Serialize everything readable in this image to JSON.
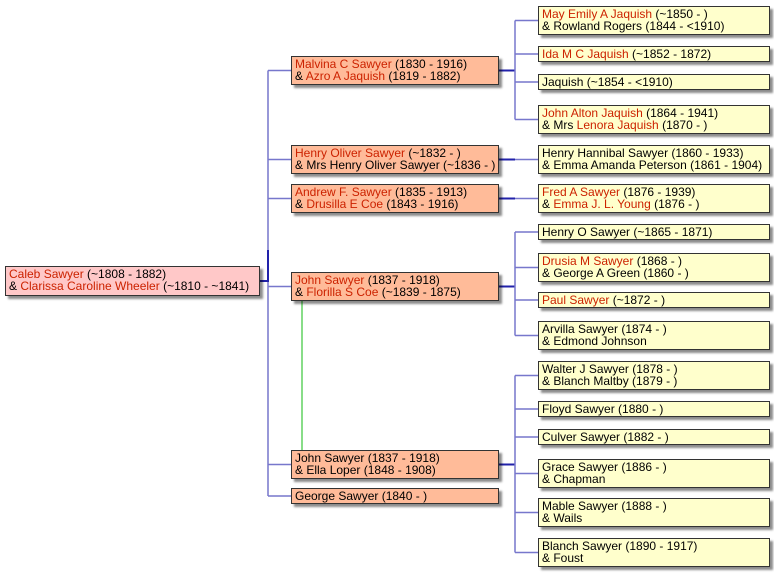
{
  "colors": {
    "root_box": "#ffc8c8",
    "child_box": "#ffbb99",
    "grandchild_box": "#ffffcc",
    "link_name": "#cc2200",
    "connector": "#7777cc",
    "connector_dark": "#2222aa",
    "remarriage_line": "#88dd88"
  },
  "root": {
    "lines": [
      {
        "prefix": "",
        "name": "Caleb Sawyer",
        "linked": true,
        "dates": " (~1808 - 1882)"
      },
      {
        "prefix": "& ",
        "name": "Clarissa Caroline Wheeler",
        "linked": true,
        "dates": " (~1810 - ~1841)"
      }
    ]
  },
  "families": [
    {
      "lines": [
        {
          "prefix": "",
          "name": "Malvina C Sawyer",
          "linked": true,
          "dates": " (1830 - 1916)"
        },
        {
          "prefix": "& ",
          "name": "Azro A Jaquish",
          "linked": true,
          "dates": " (1819 - 1882)"
        }
      ],
      "children": [
        {
          "lines": [
            {
              "prefix": "",
              "name": "May Emily A Jaquish",
              "linked": true,
              "dates": " (~1850 - )"
            },
            {
              "prefix": "& ",
              "name": "Rowland Rogers",
              "linked": false,
              "dates": " (1844 - <1910)"
            }
          ]
        },
        {
          "lines": [
            {
              "prefix": "",
              "name": "Ida M C Jaquish",
              "linked": true,
              "dates": " (~1852 - 1872)"
            }
          ]
        },
        {
          "lines": [
            {
              "prefix": "",
              "name": "Jaquish",
              "linked": false,
              "dates": " (~1854 - <1910)"
            }
          ]
        },
        {
          "lines": [
            {
              "prefix": "",
              "name": "John Alton Jaquish",
              "linked": true,
              "dates": " (1864 - 1941)"
            },
            {
              "prefix": "& Mrs ",
              "name": "Lenora Jaquish",
              "linked": true,
              "dates": " (1870 - )"
            }
          ]
        }
      ]
    },
    {
      "lines": [
        {
          "prefix": "",
          "name": "Henry Oliver Sawyer",
          "linked": true,
          "dates": " (~1832 - )"
        },
        {
          "prefix": "& ",
          "name": "Mrs Henry Oliver Sawyer",
          "linked": false,
          "dates": " (~1836 - )"
        }
      ],
      "children": [
        {
          "lines": [
            {
              "prefix": "",
              "name": "Henry Hannibal Sawyer",
              "linked": false,
              "dates": " (1860 - 1933)"
            },
            {
              "prefix": "& ",
              "name": "Emma Amanda Peterson",
              "linked": false,
              "dates": " (1861 - 1904)"
            }
          ]
        }
      ]
    },
    {
      "lines": [
        {
          "prefix": "",
          "name": "Andrew F. Sawyer",
          "linked": true,
          "dates": " (1835 - 1913)"
        },
        {
          "prefix": "& ",
          "name": "Drusilla E Coe",
          "linked": true,
          "dates": " (1843 - 1916)"
        }
      ],
      "children": [
        {
          "lines": [
            {
              "prefix": "",
              "name": "Fred A Sawyer",
              "linked": true,
              "dates": " (1876 - 1939)"
            },
            {
              "prefix": "& ",
              "name": "Emma J. L. Young",
              "linked": true,
              "dates": " (1876 - )"
            }
          ]
        }
      ]
    },
    {
      "lines": [
        {
          "prefix": "",
          "name": "John Sawyer",
          "linked": true,
          "dates": " (1837 - 1918)"
        },
        {
          "prefix": "& ",
          "name": "Florilla S Coe",
          "linked": true,
          "dates": " (~1839 - 1875)"
        }
      ],
      "children": [
        {
          "lines": [
            {
              "prefix": "",
              "name": "Henry O Sawyer",
              "linked": false,
              "dates": " (~1865 - 1871)"
            }
          ]
        },
        {
          "lines": [
            {
              "prefix": "",
              "name": "Drusia M Sawyer",
              "linked": true,
              "dates": " (1868 - )"
            },
            {
              "prefix": "& ",
              "name": "George A Green",
              "linked": false,
              "dates": " (1860 - )"
            }
          ]
        },
        {
          "lines": [
            {
              "prefix": "",
              "name": "Paul Sawyer",
              "linked": true,
              "dates": " (~1872 - )"
            }
          ]
        },
        {
          "lines": [
            {
              "prefix": "",
              "name": "Arvilla Sawyer",
              "linked": false,
              "dates": " (1874 - )"
            },
            {
              "prefix": "& ",
              "name": "Edmond Johnson",
              "linked": false,
              "dates": ""
            }
          ]
        }
      ]
    },
    {
      "lines": [
        {
          "prefix": "",
          "name": "John Sawyer",
          "linked": false,
          "dates": " (1837 - 1918)"
        },
        {
          "prefix": "& ",
          "name": "Ella Loper",
          "linked": false,
          "dates": " (1848 - 1908)"
        }
      ],
      "children": [
        {
          "lines": [
            {
              "prefix": "",
              "name": "Walter J Sawyer",
              "linked": false,
              "dates": " (1878 - )"
            },
            {
              "prefix": "& ",
              "name": "Blanch Maltby",
              "linked": false,
              "dates": " (1879 - )"
            }
          ]
        },
        {
          "lines": [
            {
              "prefix": "",
              "name": "Floyd Sawyer",
              "linked": false,
              "dates": " (1880 - )"
            }
          ]
        },
        {
          "lines": [
            {
              "prefix": "",
              "name": "Culver Sawyer",
              "linked": false,
              "dates": " (1882 - )"
            }
          ]
        },
        {
          "lines": [
            {
              "prefix": "",
              "name": "Grace Sawyer",
              "linked": false,
              "dates": " (1886 - )"
            },
            {
              "prefix": "& ",
              "name": "Chapman",
              "linked": false,
              "dates": ""
            }
          ]
        },
        {
          "lines": [
            {
              "prefix": "",
              "name": "Mable Sawyer",
              "linked": false,
              "dates": " (1888 - )"
            },
            {
              "prefix": "& ",
              "name": "Wails",
              "linked": false,
              "dates": ""
            }
          ]
        },
        {
          "lines": [
            {
              "prefix": "",
              "name": "Blanch Sawyer",
              "linked": false,
              "dates": " (1890 - 1917)"
            },
            {
              "prefix": "& ",
              "name": "Foust",
              "linked": false,
              "dates": ""
            }
          ]
        }
      ]
    },
    {
      "lines": [
        {
          "prefix": "",
          "name": "George Sawyer",
          "linked": false,
          "dates": " (1840 - )"
        }
      ],
      "children": []
    }
  ]
}
